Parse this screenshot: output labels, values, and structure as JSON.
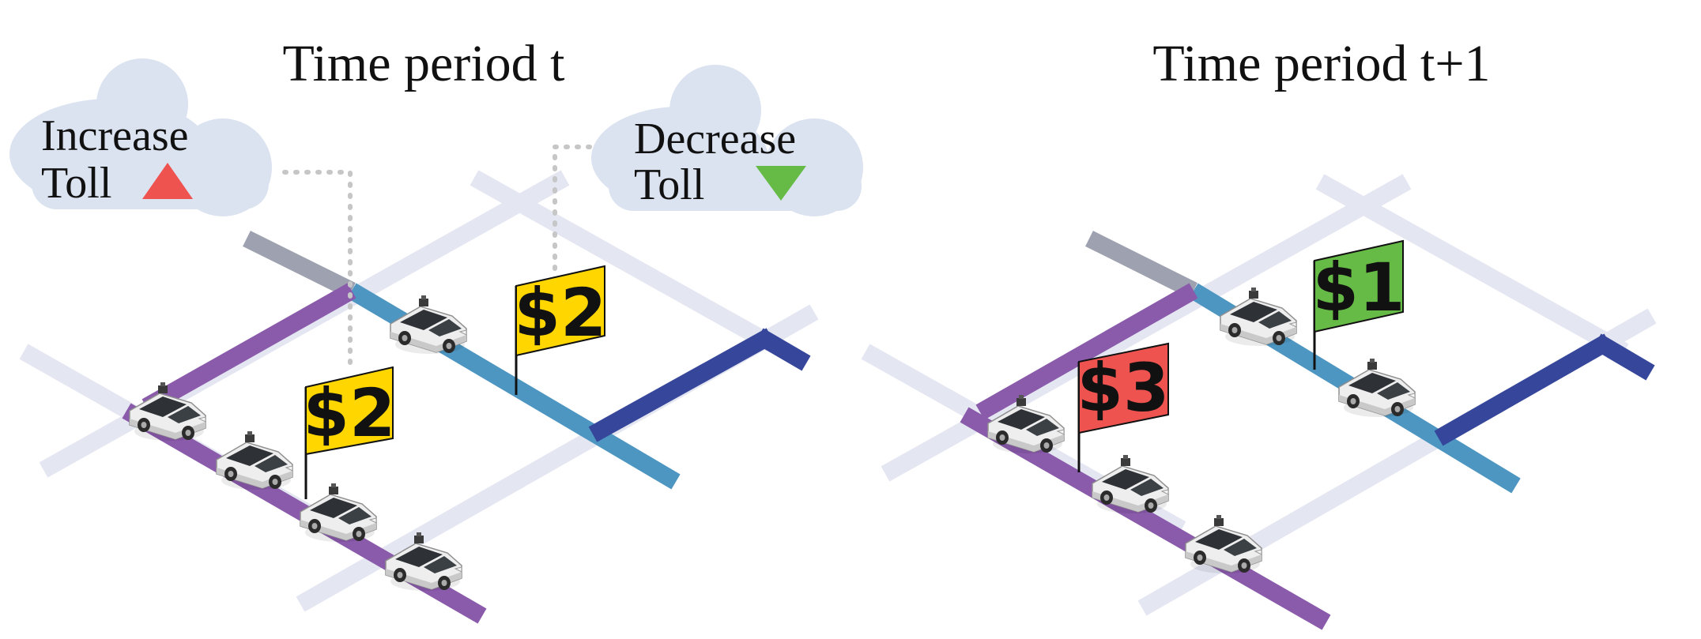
{
  "panels": [
    {
      "title": "Time period t",
      "clouds": [
        {
          "line1": "Increase",
          "line2": "Toll",
          "arrow": "triangle-up-icon",
          "arrow_color": "#ef5350"
        },
        {
          "line1": "Decrease",
          "line2": "Toll",
          "arrow": "triangle-down-icon",
          "arrow_color": "#66bb46"
        }
      ],
      "flags": [
        {
          "label": "$2",
          "color": "#ffd600"
        },
        {
          "label": "$2",
          "color": "#ffd600"
        }
      ]
    },
    {
      "title": "Time period t+1",
      "flags": [
        {
          "label": "$3",
          "color": "#ef5350"
        },
        {
          "label": "$1",
          "color": "#66bb46"
        }
      ]
    }
  ],
  "colors": {
    "road_faint": "#e4e6f2",
    "road_gray": "#9da1b0",
    "road_purple": "#8a5aab",
    "road_teal": "#4e96c2",
    "road_navy": "#36479b",
    "cloud": "#dbe3f0",
    "car_body": "#eeeeee",
    "car_glass": "#2e3236",
    "connector": "#c6c6c6"
  }
}
